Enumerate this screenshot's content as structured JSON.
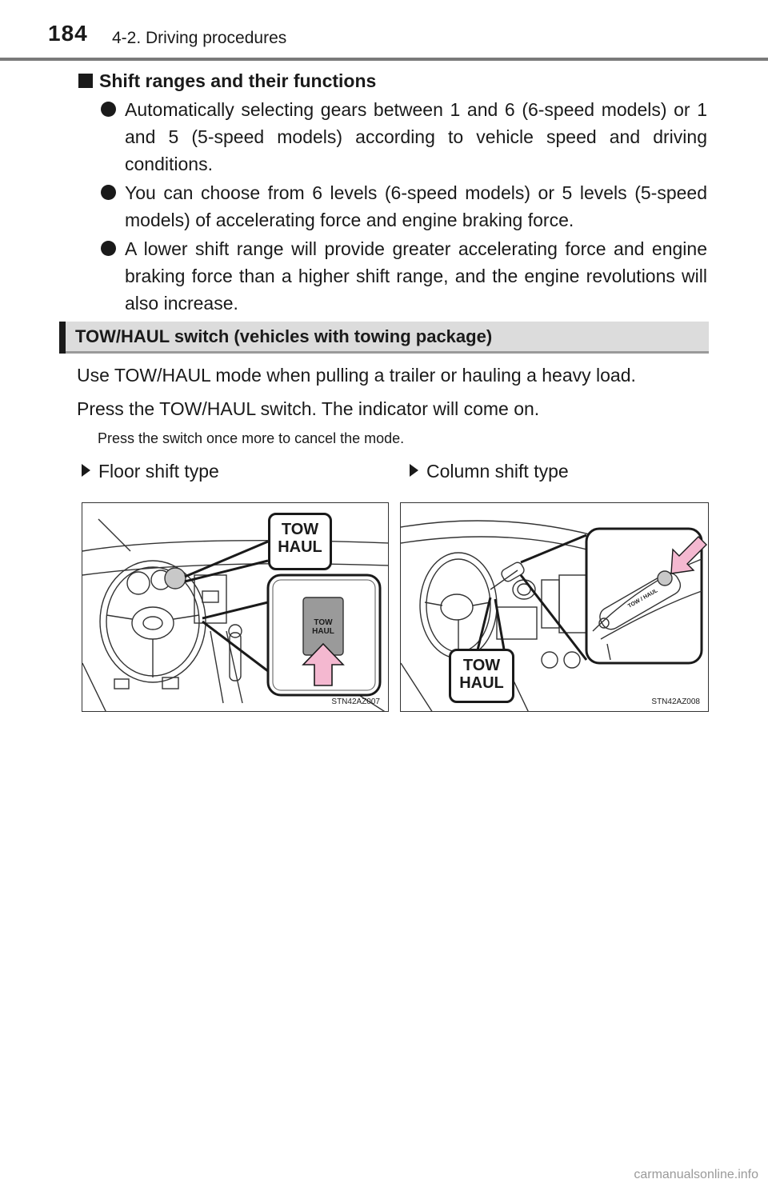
{
  "header": {
    "page_number": "184",
    "section": "4-2. Driving procedures"
  },
  "shift_ranges": {
    "heading": "Shift ranges and their functions",
    "bullets": [
      "Automatically selecting gears between 1 and 6 (6-speed models) or 1 and 5 (5-speed models) according to vehicle speed and driving conditions.",
      "You can choose from 6 levels (6-speed models) or 5 levels (5-speed models) of accelerating force and engine braking force.",
      "A lower shift range will provide greater accelerating force and engine braking force than a higher shift range, and the engine revolutions will also increase."
    ]
  },
  "tow_haul": {
    "title": "TOW/HAUL switch (vehicles with towing package)",
    "para1": "Use TOW/HAUL mode when pulling a trailer or hauling a heavy load.",
    "para2": "Press the TOW/HAUL switch. The indicator will come on.",
    "note": "Press the switch once more to cancel the mode."
  },
  "figures": {
    "left": {
      "label": "Floor shift type",
      "callout_line1": "TOW",
      "callout_line2": "HAUL",
      "switch_line1": "TOW",
      "switch_line2": "HAUL",
      "code": "STN42AZ007"
    },
    "right": {
      "label": "Column shift type",
      "callout_line1": "TOW",
      "callout_line2": "HAUL",
      "stalk_text": "TOW / HAUL",
      "code": "STN42AZ008"
    }
  },
  "watermark": "carmanualsonline.info",
  "colors": {
    "accent_pink": "#f4b8d0",
    "bar_gray": "#dcdcdc"
  }
}
